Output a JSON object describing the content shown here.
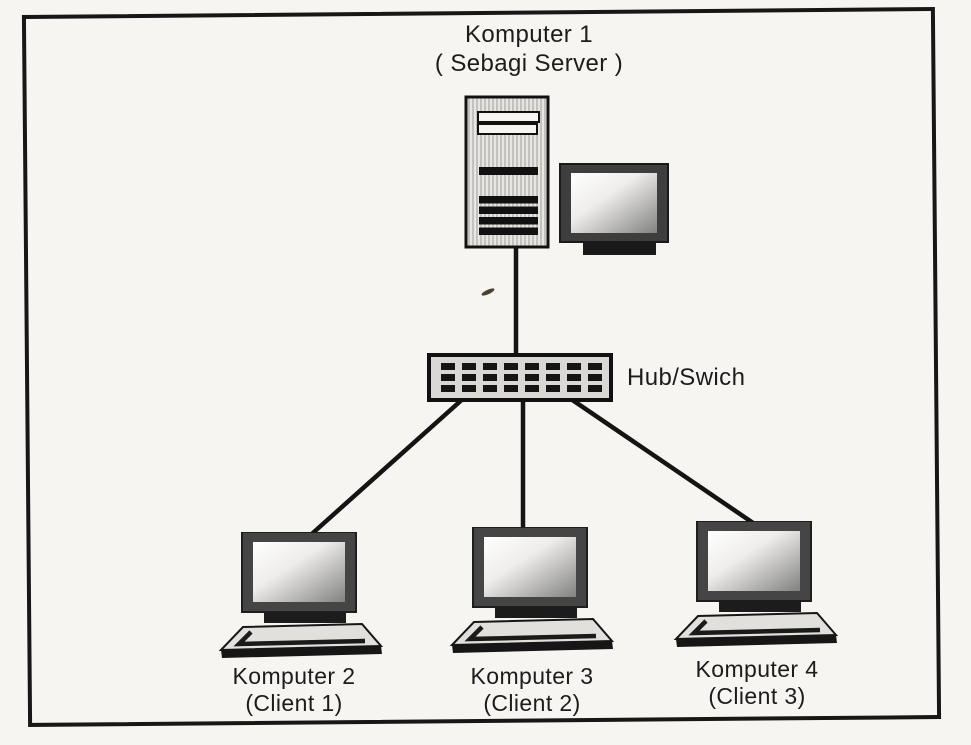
{
  "page": {
    "paper_color": "#f6f5f2",
    "ink_color": "#1c1c1c"
  },
  "server": {
    "name": "Komputer 1",
    "role": "( Sebagi Server )"
  },
  "hub": {
    "label": "Hub/Swich"
  },
  "clients": [
    {
      "name": "Komputer 2",
      "role": "(Client 1)"
    },
    {
      "name": "Komputer 3",
      "role": "(Client 2)"
    },
    {
      "name": "Komputer 4",
      "role": "(Client 3)"
    }
  ]
}
